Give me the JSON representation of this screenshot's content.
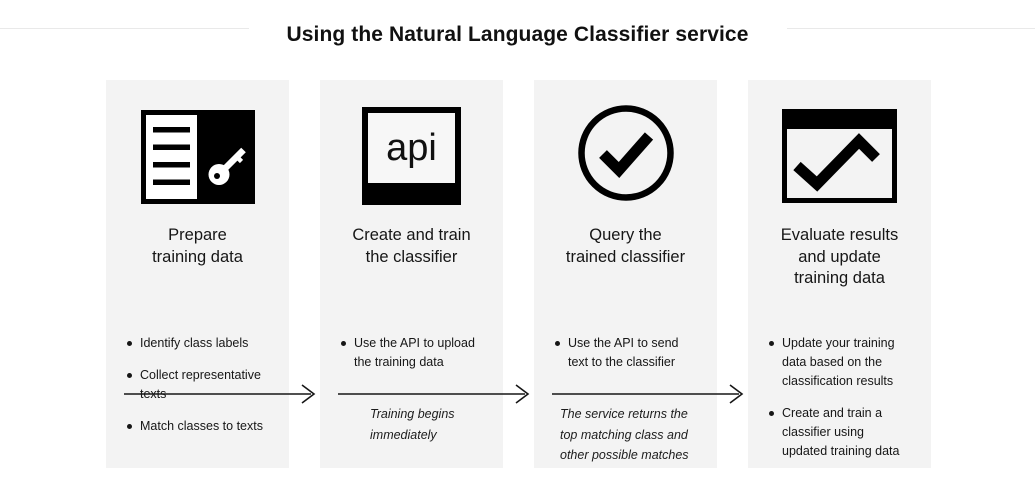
{
  "page": {
    "title": "Using the Natural Language Classifier service"
  },
  "colors": {
    "background": "#ffffff",
    "panel_background": "#f3f3f3",
    "text": "#161616",
    "icon": "#000000",
    "divider": "#e9e9e9"
  },
  "panels": [
    {
      "icon": "document-key-icon",
      "title": "Prepare\ntraining data",
      "has_arrow": true,
      "bullets": [
        "Identify class labels",
        "Collect representative\ntexts",
        "Match classes to texts"
      ]
    },
    {
      "icon": "api-window-icon",
      "icon_label": "api",
      "title": "Create and train\nthe classifier",
      "has_arrow": true,
      "bullets": [
        "Use the API to upload\nthe training data"
      ],
      "note": "Training begins\nimmediately"
    },
    {
      "icon": "check-circle-icon",
      "title": "Query the\ntrained classifier",
      "has_arrow": true,
      "bullets": [
        "Use the API to send\ntext to the classifier"
      ],
      "note": "The service returns the\ntop matching class and\nother possible matches"
    },
    {
      "icon": "trend-window-icon",
      "title": "Evaluate results\nand update\ntraining data",
      "has_arrow": false,
      "bullets": [
        "Update your training\ndata based on the\nclassification results",
        "Create and train a\nclassifier using\nupdated training data"
      ]
    }
  ]
}
